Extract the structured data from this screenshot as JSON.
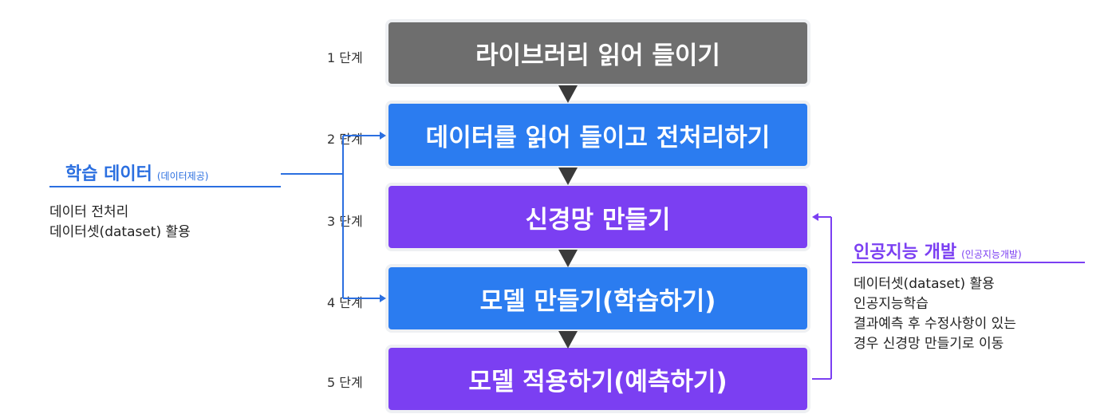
{
  "steps": [
    {
      "label": "1 단계",
      "title": "라이브러리 읽어 들이기",
      "color": "#6e6e6e"
    },
    {
      "label": "2 단계",
      "title": "데이터를 읽어 들이고 전처리하기",
      "color": "#2b7cf0"
    },
    {
      "label": "3 단계",
      "title": "신경망 만들기",
      "color": "#7b3ff2"
    },
    {
      "label": "4 단계",
      "title": "모델 만들기(학습하기)",
      "color": "#2b7cf0"
    },
    {
      "label": "5 단계",
      "title": "모델 적용하기(예측하기)",
      "color": "#7b3ff2"
    }
  ],
  "training_data": {
    "title": "학습 데이터",
    "subtitle": "(데이터제공)",
    "color": "#2b6fe0",
    "lines": [
      "데이터 전처리",
      "데이터셋(dataset) 활용"
    ]
  },
  "ai_dev": {
    "title": "인공지능 개발",
    "subtitle": "(인공지능개발)",
    "color": "#7b3ff2",
    "lines": [
      "데이터셋(dataset) 활용",
      "인공지능학습",
      "결과예측 후 수정사항이 있는",
      "경우 신경망 만들기로 이동"
    ]
  }
}
